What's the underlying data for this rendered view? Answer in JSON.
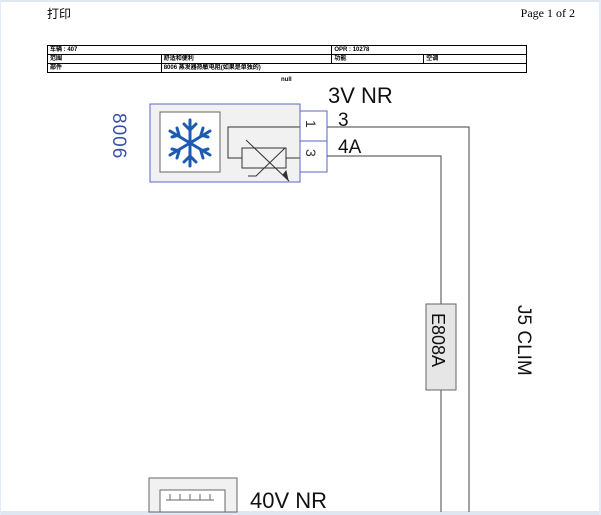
{
  "header": {
    "print_title": "打印",
    "page": "Page 1 of 2"
  },
  "info_table": {
    "row1": {
      "vehicle": "车辆 : 407",
      "opr": "OPR : 10278"
    },
    "row2": {
      "scope_label": "范围",
      "scope_value": "舒适和便利",
      "function_label": "功能",
      "function_value": "空调"
    },
    "row3": {
      "part_label": "部件",
      "part_value": "8006 蒸发器热敏电阻(如果是单独的)"
    }
  },
  "null_label": "null",
  "diagram": {
    "component_id": "8006",
    "connector_top": "3V NR",
    "pin_1": "1",
    "pin_3": "3",
    "wire_top": "3",
    "wire_mid": "4A",
    "splice_label": "E808A",
    "right_fragment": "J5 CLIM",
    "bottom_connector": "40V NR"
  }
}
